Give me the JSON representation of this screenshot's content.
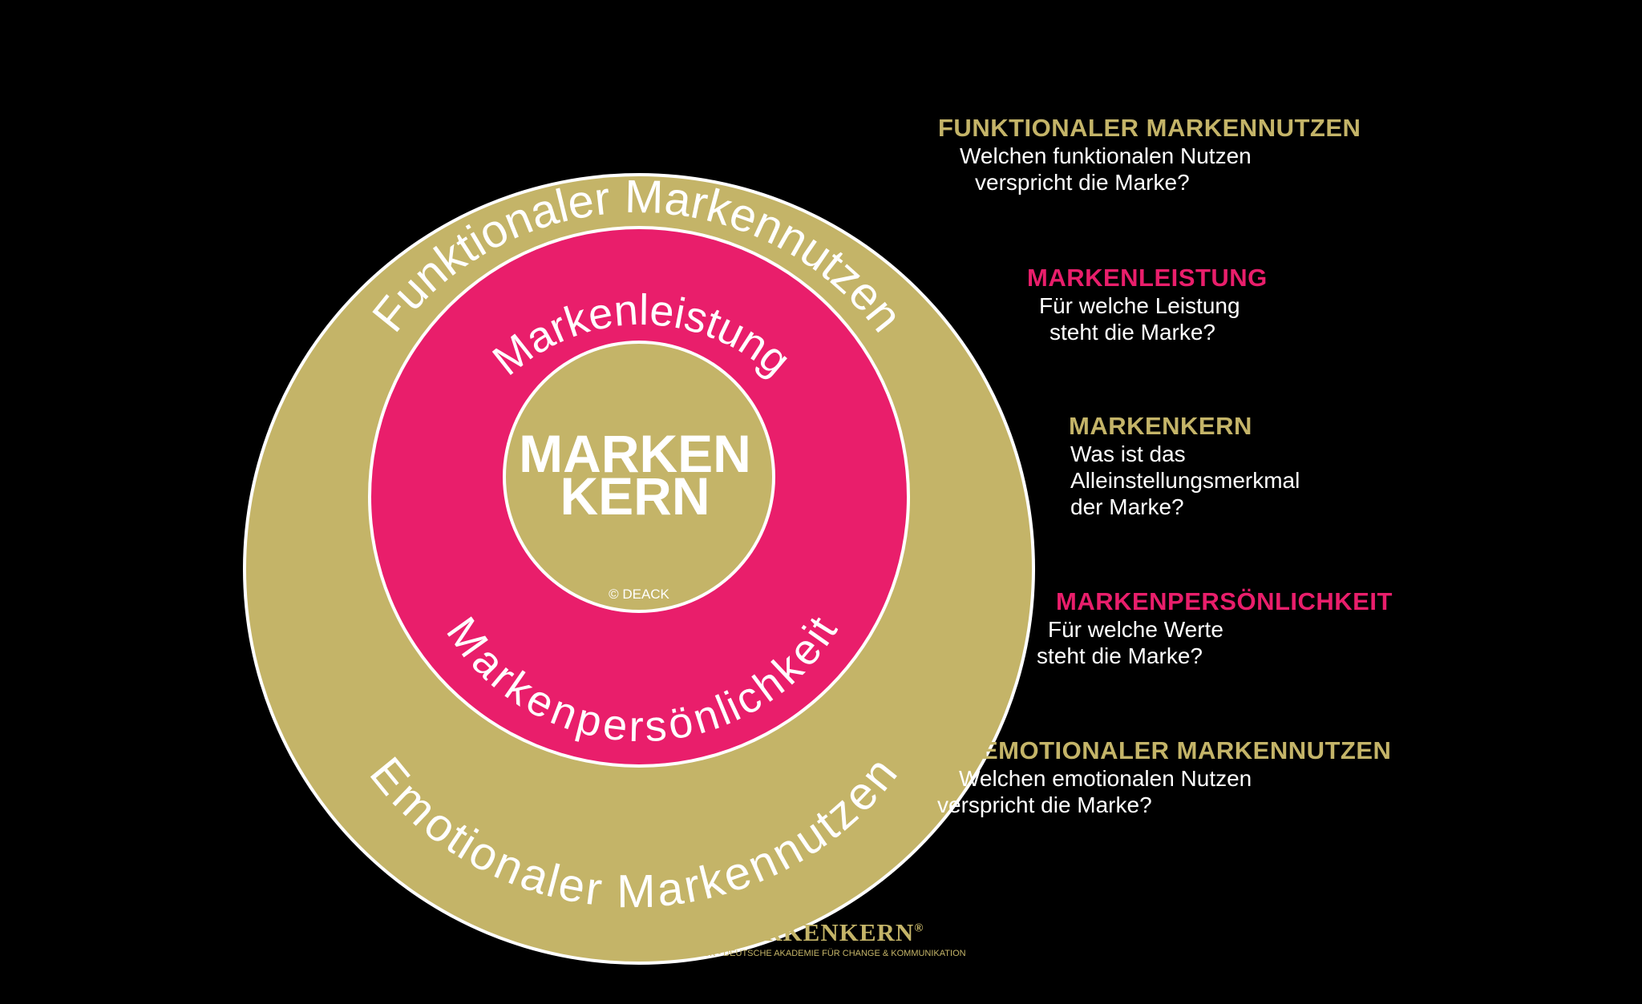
{
  "colors": {
    "background": "#000000",
    "gold": "#c4b468",
    "pink": "#e91e6b",
    "white": "#ffffff"
  },
  "rings": {
    "outer_top": "Funktionaler Markennutzen",
    "outer_bottom": "Emotionaler Markennutzen",
    "middle_top": "Markenleistung",
    "middle_bottom": "Markenpersönlichkeit",
    "core_line1": "MARKEN",
    "core_line2": "KERN",
    "core_copyright": "© DEACK"
  },
  "legend": [
    {
      "title": "FUNKTIONALER MARKENNUTZEN",
      "color": "gold",
      "lines": [
        "Welchen funktionalen Nutzen",
        "verspricht die Marke?"
      ]
    },
    {
      "title": "MARKENLEISTUNG",
      "color": "pink",
      "lines": [
        "Für welche Leistung",
        "steht die Marke?"
      ]
    },
    {
      "title": "MARKENKERN",
      "color": "gold",
      "lines": [
        "Was ist das",
        "Alleinstellungsmerkmal",
        "der Marke?"
      ]
    },
    {
      "title": "MARKENPERSÖNLICHKEIT",
      "color": "pink",
      "lines": [
        "Für welche Werte",
        "steht die Marke?"
      ]
    },
    {
      "title": "EMOTIONALER MARKENNUTZEN",
      "color": "gold",
      "lines": [
        "Welchen emotionalen Nutzen",
        "verspricht die Marke?"
      ]
    }
  ],
  "footer": {
    "title": "MARKENKERN",
    "registered": "®",
    "subtitle": "© DEACK - DEUTSCHE AKADEMIE FÜR CHANGE & KOMMUNIKATION"
  }
}
